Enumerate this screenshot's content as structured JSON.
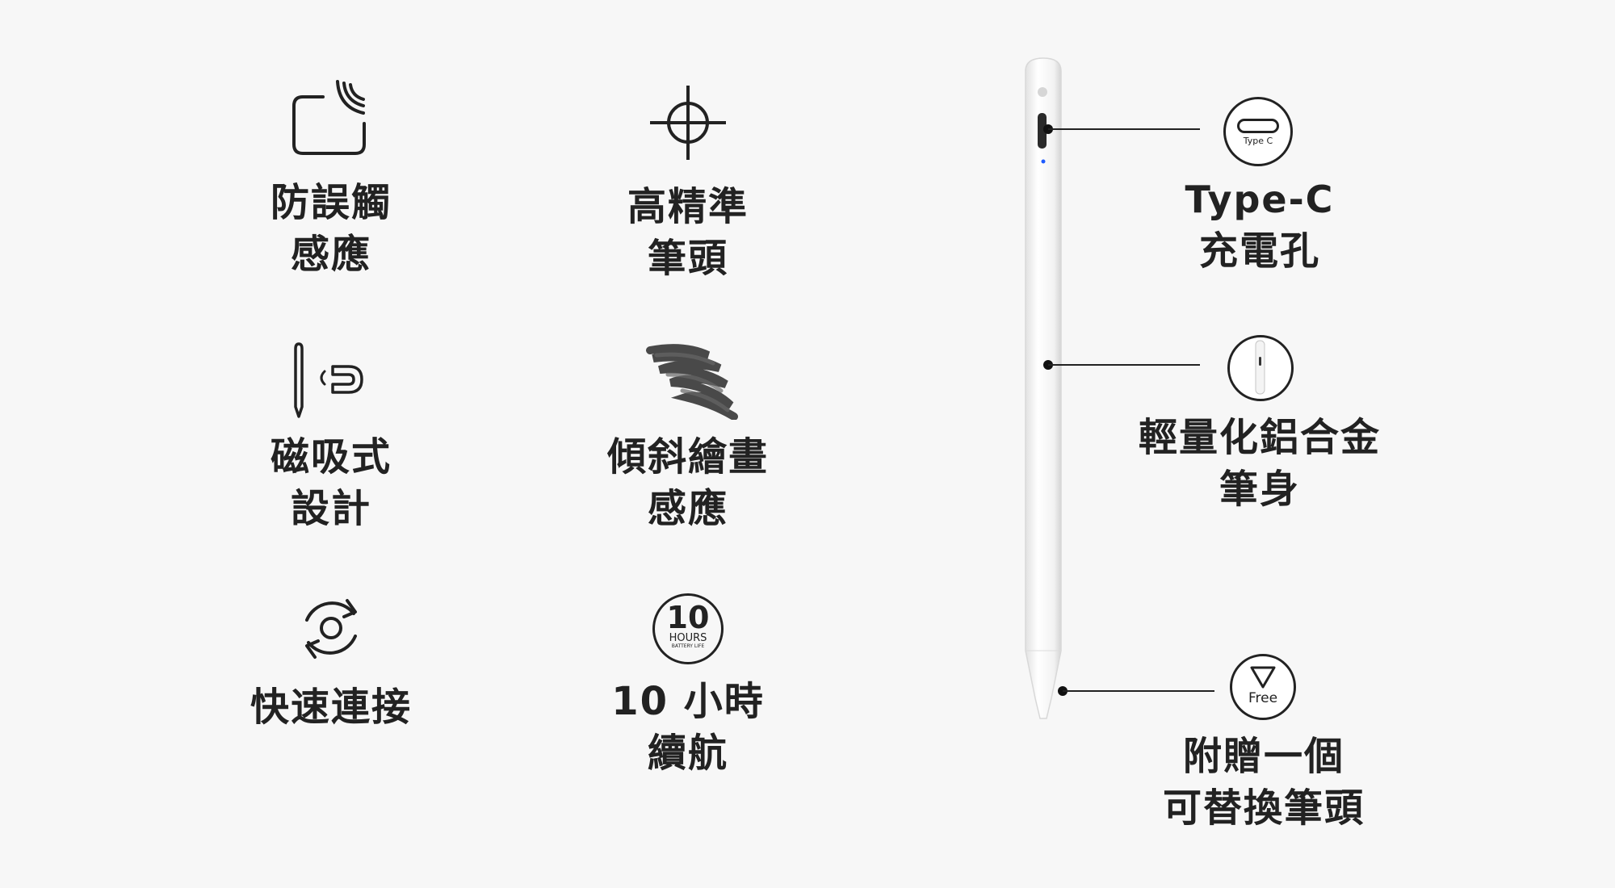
{
  "features": [
    {
      "id": "palm",
      "line1": "防誤觸",
      "line2": "感應",
      "icon": "palm-rejection-icon"
    },
    {
      "id": "tip",
      "line1": "高精準",
      "line2": "筆頭",
      "icon": "crosshair-icon"
    },
    {
      "id": "magnet",
      "line1": "磁吸式",
      "line2": "設計",
      "icon": "magnet-icon"
    },
    {
      "id": "tilt",
      "line1": "傾斜繪畫",
      "line2": "感應",
      "icon": "tilt-brush-icon"
    },
    {
      "id": "connect",
      "line1": "快速連接",
      "line2": "",
      "icon": "sync-icon"
    },
    {
      "id": "battery",
      "line1": "10 小時",
      "line2": "續航",
      "icon": "battery-10-hours-icon"
    }
  ],
  "battery_badge": {
    "number": "10",
    "unit": "HOURS",
    "sub": "BATTERY LIFE"
  },
  "callouts": [
    {
      "id": "typec",
      "line1": "Type-C",
      "line2": "充電孔",
      "icon": "type-c-port-icon",
      "badge": "Type C"
    },
    {
      "id": "body",
      "line1": "輕量化鋁合金",
      "line2": "筆身",
      "icon": "pen-body-icon"
    },
    {
      "id": "nib",
      "line1": "附贈一個",
      "line2": "可替換筆頭",
      "icon": "replacement-nib-icon",
      "badge": "Free"
    }
  ],
  "colors": {
    "background": "#f7f7f7",
    "text": "#222222",
    "pen": "#ffffff",
    "indicator": "#1e5bff"
  }
}
